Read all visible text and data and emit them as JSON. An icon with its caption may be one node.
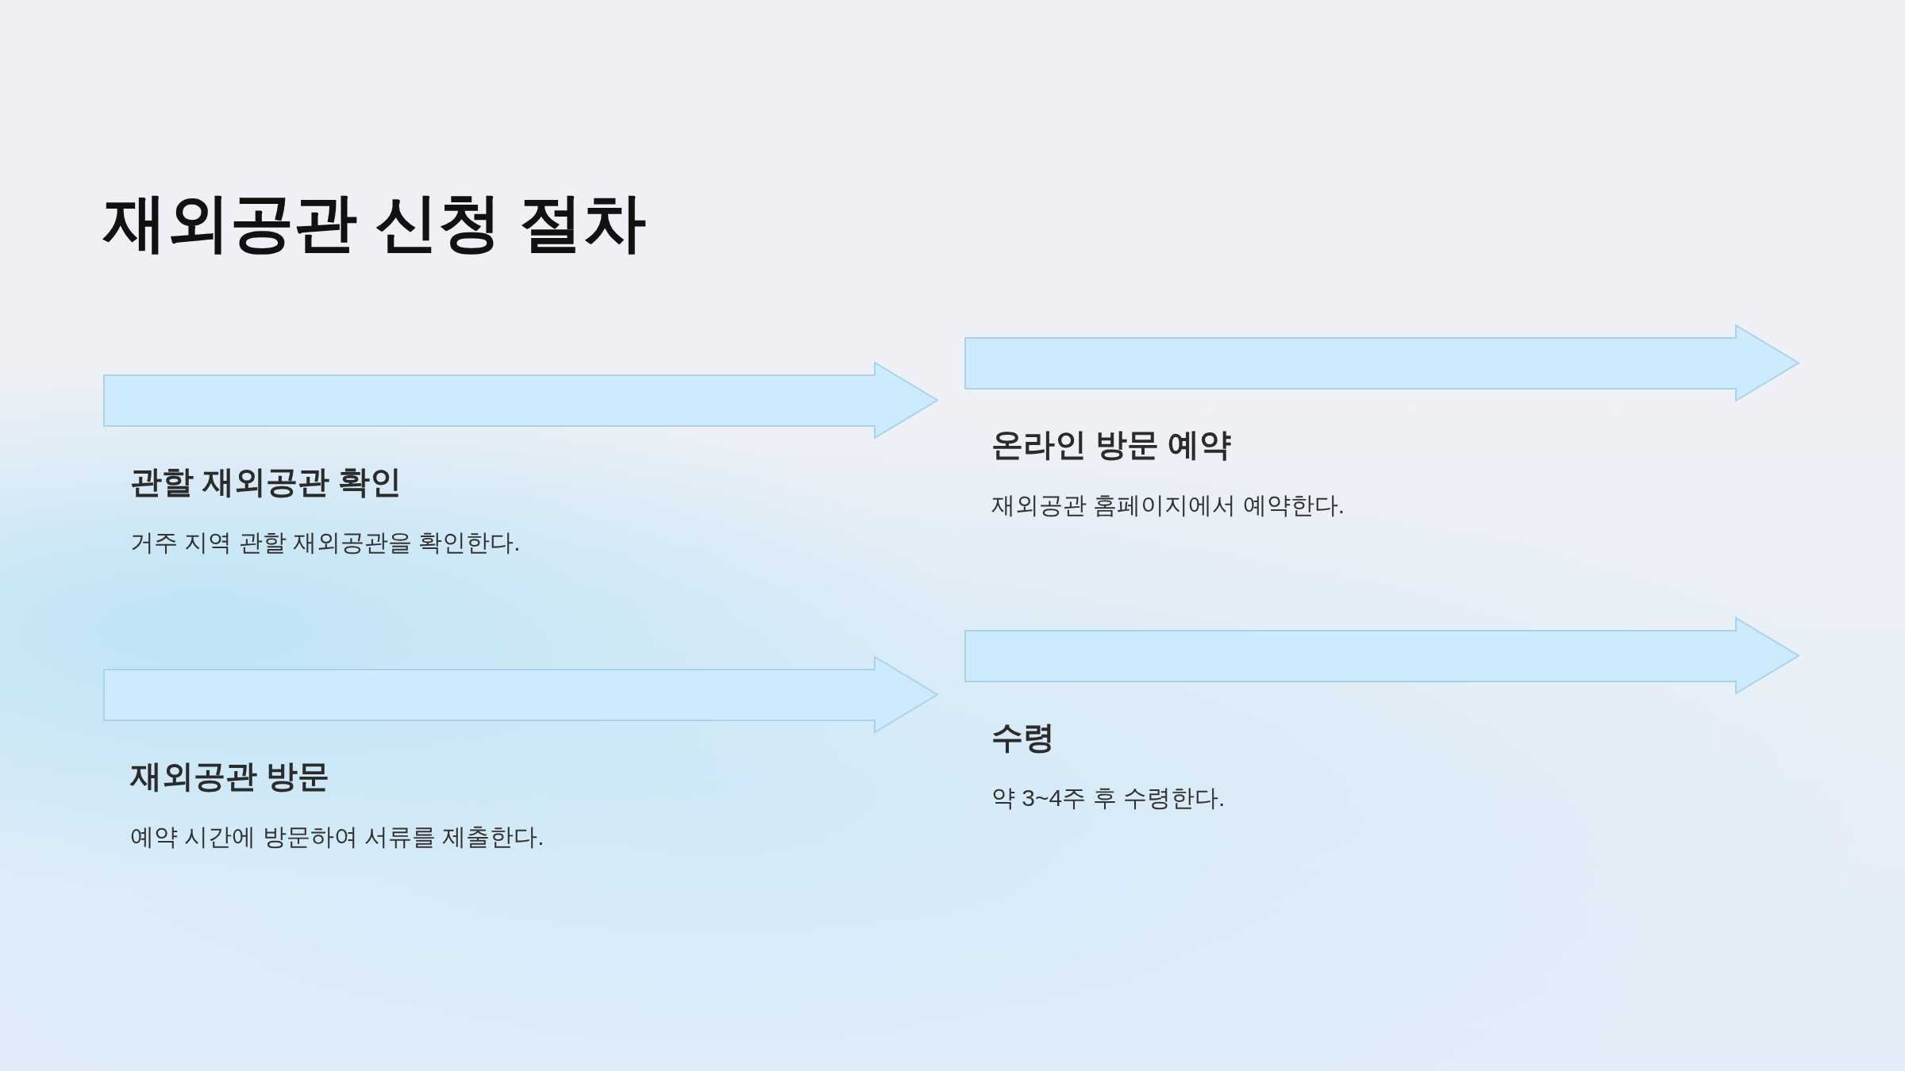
{
  "diagram": {
    "title": "재외공관 신청 절차",
    "nodes": [
      {
        "text": [
          "관할 재외공관 확인",
          "거주 지역 관할 재외공관을 확인한다."
        ]
      },
      {
        "text": [
          "온라인 방문 예약",
          "재외공관 홈페이지에서 예약한다."
        ]
      },
      {
        "text": [
          "재외공관 방문",
          "예약 시간에 방문하여 서류를 제출한다."
        ]
      },
      {
        "text": [
          "수령",
          "약 3~4주 후 수령한다."
        ]
      }
    ]
  }
}
